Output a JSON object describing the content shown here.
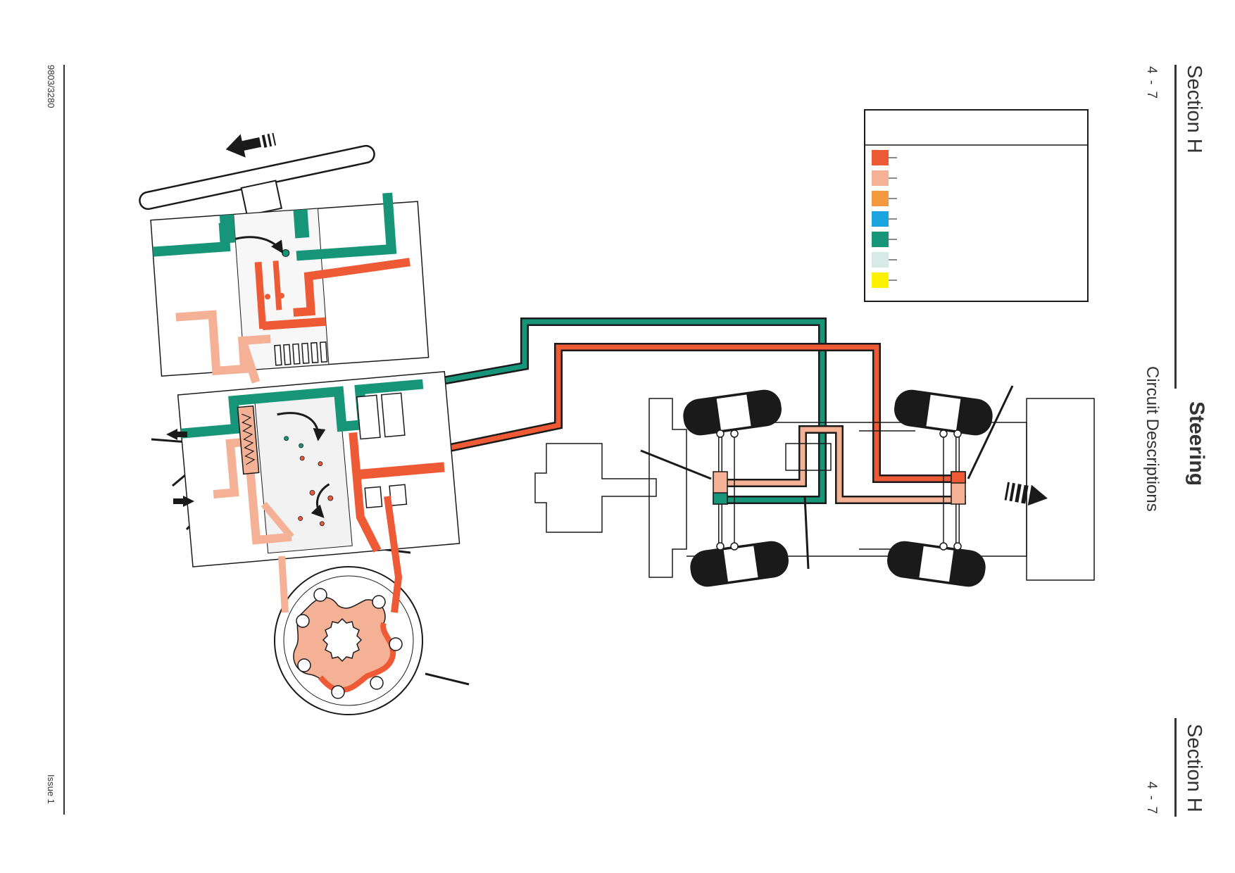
{
  "header": {
    "section_top": "Section H",
    "section_bottom": "Section H",
    "page_top": "4 - 7",
    "page_bottom": "4 - 7",
    "title": "Steering",
    "subtitle": "Circuit Descriptions"
  },
  "footer": {
    "doc_number": "9803/3280",
    "issue": "Issue 1"
  },
  "legend": {
    "swatches": [
      {
        "color": "#ee5a35"
      },
      {
        "color": "#f5b196"
      },
      {
        "color": "#f5993e"
      },
      {
        "color": "#1ba5e0"
      },
      {
        "color": "#169579"
      },
      {
        "color": "#d6ebe5"
      },
      {
        "color": "#fff200"
      }
    ]
  },
  "colors": {
    "pressure": "#ee5a35",
    "pressure_light": "#f5b196",
    "exhaust": "#169579",
    "outline": "#1a1a1a"
  }
}
